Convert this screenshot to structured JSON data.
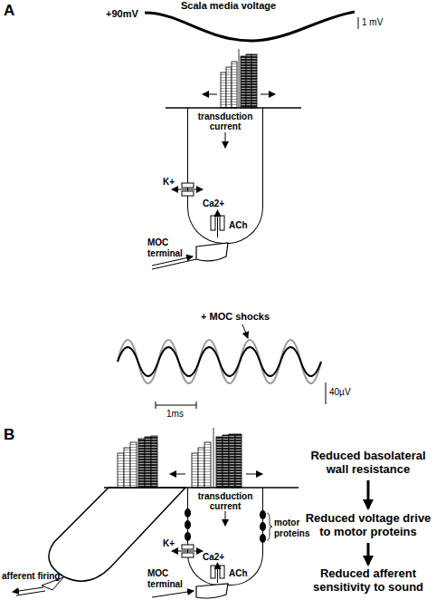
{
  "diagram": {
    "nodes": [
      {
        "text": [
          "transduction current"
        ]
      },
      {
        "text": [
          "transduction current"
        ]
      }
    ],
    "labels": [
      "A",
      "+90mV",
      "Scala media voltage",
      "1 mV",
      "K+",
      "Ca2+",
      "ACh",
      "MOC terminal",
      "+ MOC shocks",
      "40µV",
      "1ms",
      "B",
      "motor proteins",
      "K+",
      "Ca2+",
      "ACh",
      "MOC terminal",
      "afferent firing",
      "Reduced basolateral wall resistance",
      "Reduced voltage drive to motor proteins",
      "Reduced afferent sensitivity to sound"
    ]
  }
}
